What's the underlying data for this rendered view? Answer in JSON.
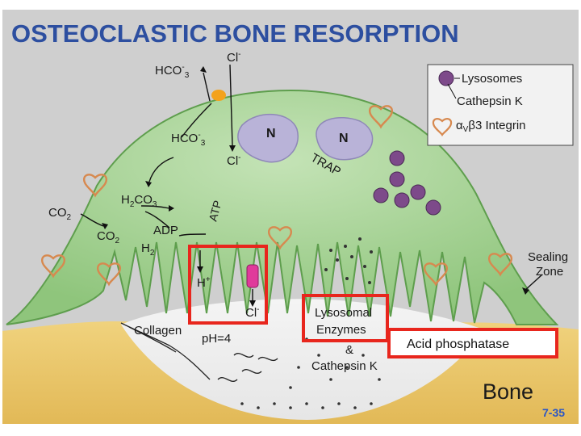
{
  "title": "OSTEOCLASTIC BONE RESORPTION",
  "legend": {
    "lysosomes": "Lysosomes",
    "cathepsin": "Cathepsin K",
    "integrin_alpha": "α",
    "integrin_sub": "V",
    "integrin_rest": "β3 Integrin"
  },
  "labels": {
    "hco3_top_base": "HCO",
    "hco3_top_sup": "-",
    "hco3_top_sub": "3",
    "cl_top_base": "Cl",
    "cl_top_sup": "-",
    "hco3_mid_base": "HCO",
    "hco3_mid_sup": "-",
    "hco3_mid_sub": "3",
    "cl_mid_base": "Cl",
    "cl_mid_sup": "-",
    "nucleus": "N",
    "trap": "TRAP",
    "co2_left": "CO",
    "co2_left_sub": "2",
    "h2co3_a": "H",
    "h2co3_sub1": "2",
    "h2co3_b": "CO",
    "h2co3_sub2": "3",
    "atp": "ATP",
    "adp": "ADP",
    "co2_lower": "CO",
    "co2_lower_sub": "2",
    "h2o_a": "H",
    "h2o_sub": "2",
    "h_plus_base": "H",
    "h_plus_sup": "+",
    "cl_low_base": "Cl",
    "cl_low_sup": "-",
    "collagen": "Collagen",
    "ph": "pH=4",
    "lysosomal": "Lysosomal",
    "enzymes": "Enzymes",
    "amp": "&",
    "cathepsin_k": "Cathepsin K",
    "sealing": "Sealing",
    "zone": "Zone",
    "bone": "Bone"
  },
  "overlay": {
    "acid_phosphatase": "Acid phosphatase",
    "slide_number": "7-35"
  },
  "colors": {
    "background": "#cfcfcf",
    "cell_fill": "#a9d49a",
    "cell_edge": "#5e9e4d",
    "bone": "#e9c66b",
    "nucleus": "#b9b3d8",
    "title": "#2d4fa0",
    "highlight_red": "#e8261d",
    "integrin": "#d7894f",
    "lysosome": "#8a4a86"
  },
  "icons": {
    "integrin": "integrin-heart-icon",
    "lysosome": "lysosome-icon",
    "channel": "ion-channel-icon",
    "pump": "proton-pump-icon"
  }
}
